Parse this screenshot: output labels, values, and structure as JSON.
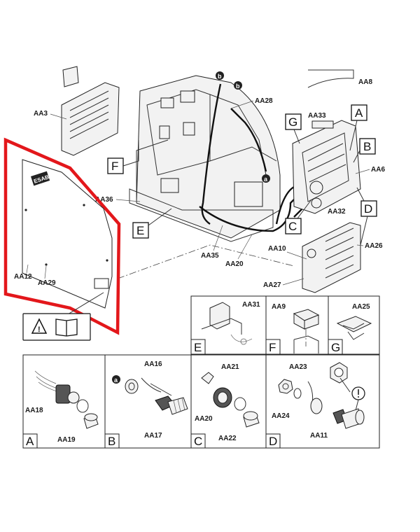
{
  "part_labels": {
    "aa3": "AA3",
    "aa8": "AA8",
    "aa28": "AA28",
    "aa33": "AA33",
    "aa6": "AA6",
    "aa36": "AA36",
    "aa32": "AA32",
    "aa35": "AA35",
    "aa20_main": "AA20",
    "aa10": "AA10",
    "aa26": "AA26",
    "aa27": "AA27",
    "aa12": "AA12",
    "aa29": "AA29",
    "aa31": "AA31",
    "aa9": "AA9",
    "aa25": "AA25",
    "aa16": "AA16",
    "aa21": "AA21",
    "aa23": "AA23",
    "aa18": "AA18",
    "aa19": "AA19",
    "aa17": "AA17",
    "aa20_c": "AA20",
    "aa22": "AA22",
    "aa24": "AA24",
    "aa11": "AA11"
  },
  "callouts": {
    "a": "A",
    "b": "B",
    "c": "C",
    "d": "D",
    "e": "E",
    "f": "F",
    "g": "G"
  },
  "detail_letters": {
    "e": "E",
    "f": "F",
    "g": "G",
    "a": "A",
    "b": "B",
    "c": "C",
    "d": "D"
  },
  "markers": {
    "a": "a",
    "b": "b"
  },
  "logo_text": "ESAB",
  "warning_symbol": "!",
  "colors": {
    "highlight": "#e3171b",
    "line": "#222222"
  }
}
